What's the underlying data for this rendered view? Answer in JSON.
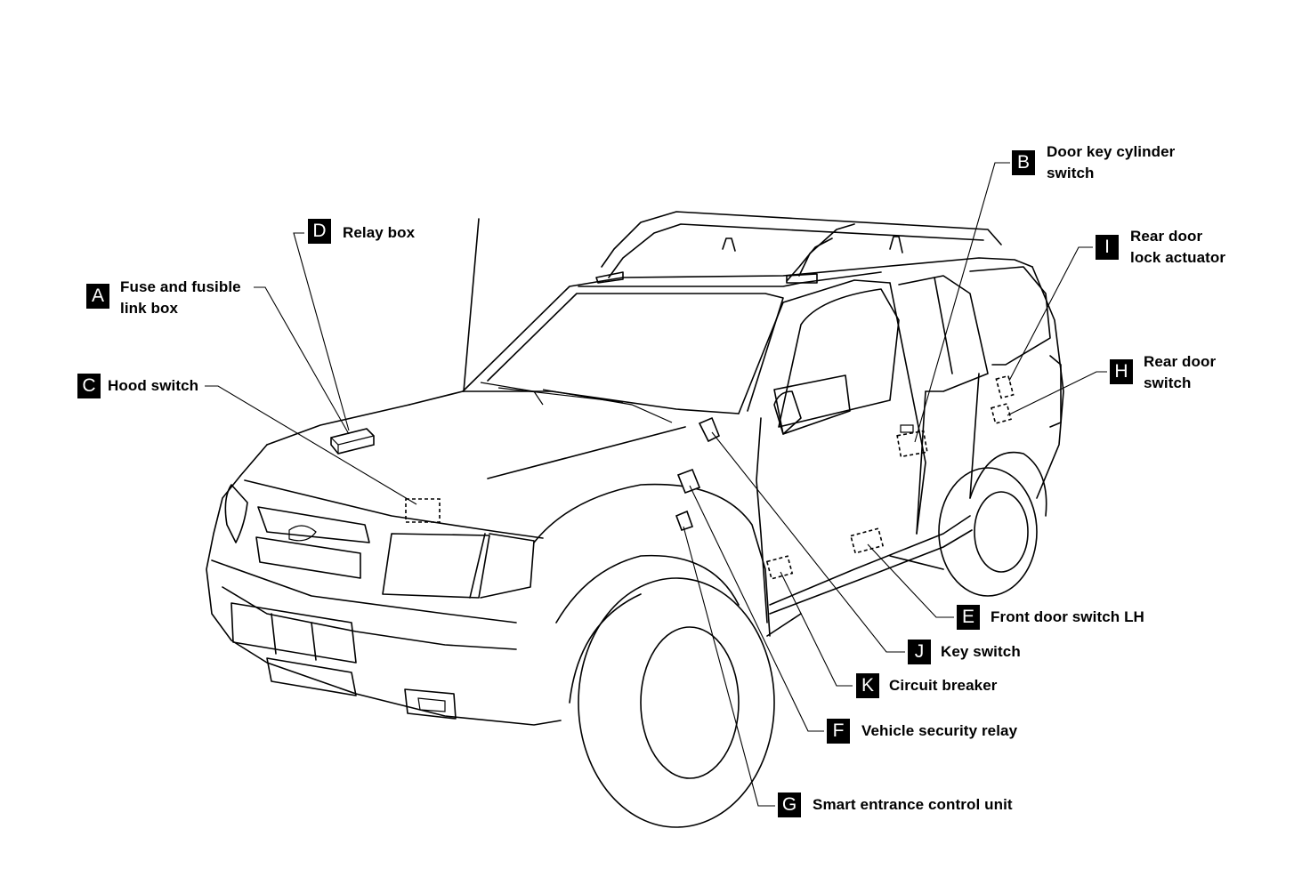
{
  "callouts": [
    {
      "letter": "A",
      "text": "Fuse and fusible\nlink box"
    },
    {
      "letter": "B",
      "text": "Door key cylinder\nswitch"
    },
    {
      "letter": "C",
      "text": "Hood switch"
    },
    {
      "letter": "D",
      "text": "Relay box"
    },
    {
      "letter": "E",
      "text": "Front door switch LH"
    },
    {
      "letter": "F",
      "text": "Vehicle security relay"
    },
    {
      "letter": "G",
      "text": "Smart entrance control unit"
    },
    {
      "letter": "H",
      "text": "Rear door\nswitch"
    },
    {
      "letter": "I",
      "text": "Rear door\nlock actuator"
    },
    {
      "letter": "J",
      "text": "Key switch"
    },
    {
      "letter": "K",
      "text": "Circuit breaker"
    }
  ]
}
